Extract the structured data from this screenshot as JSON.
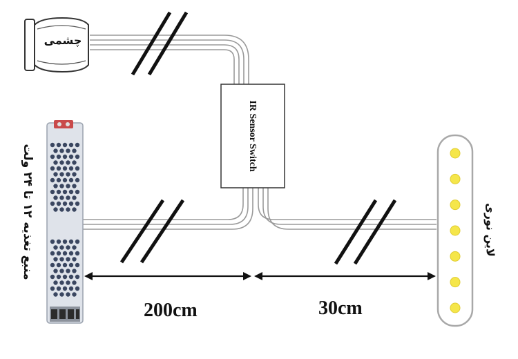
{
  "eye_sensor": {
    "label": "چشمی",
    "icon": "eye-sensor-icon"
  },
  "switch": {
    "label": "IR Sensor Switch"
  },
  "power_supply": {
    "label": "منبع تغذیه ۱۲ تا ۲۴ ولت",
    "icon": "power-supply-icon"
  },
  "led_strip": {
    "label": "لاین نوری",
    "dot_color": "#f5e64a",
    "dot_count": 7
  },
  "dimensions": {
    "left": "200cm",
    "right": "30cm"
  },
  "colors": {
    "wire": "#9a9a9a",
    "outline": "#333333",
    "psu_body": "#dfe3ea",
    "psu_hole": "#3a4660"
  }
}
